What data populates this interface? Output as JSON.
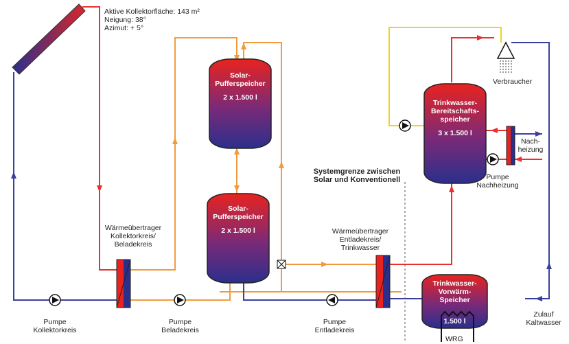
{
  "collector": {
    "info_line1": "Aktive Kollektorfläche: 143 m²",
    "info_line2": "Neigung: 38°",
    "info_line3": "Azimut: + 5°"
  },
  "tanks": {
    "buffer_top": {
      "title1": "Solar-",
      "title2": "Pufferspeicher",
      "volume": "2 x 1.500 l"
    },
    "buffer_bottom": {
      "title1": "Solar-",
      "title2": "Pufferspeicher",
      "volume": "2 x 1.500 l"
    },
    "standby": {
      "title1": "Trinkwasser-",
      "title2": "Bereitschafts-",
      "title3": "speicher",
      "volume": "3 x 1.500 l"
    },
    "preheat": {
      "title1": "Trinkwasser-",
      "title2": "Vorwärm-",
      "title3": "Speicher",
      "volume": "1.500 l",
      "sub": "WRG"
    }
  },
  "labels": {
    "hx_collector": [
      "Wärmeübertrager",
      "Kollektorkreis/",
      "Beladekreis"
    ],
    "hx_discharge": [
      "Wärmeübertrager",
      "Entladekreis/",
      "Trinkwasser"
    ],
    "boundary": [
      "Systemgrenze zwischen",
      "Solar und Konventionell"
    ],
    "pump_collector": [
      "Pumpe",
      "Kollektorkreis"
    ],
    "pump_load": [
      "Pumpe",
      "Beladekreis"
    ],
    "pump_discharge": [
      "Pumpe",
      "Entladekreis"
    ],
    "pump_reheat": [
      "Pumpe",
      "Nachheizung"
    ],
    "reheat": [
      "Nach-",
      "heizung"
    ],
    "consumer": "Verbraucher",
    "cold_water": [
      "Zulauf",
      "Kaltwasser"
    ]
  },
  "colors": {
    "hot": "#e8312f",
    "cold": "#3a3f9e",
    "orange": "#f39a3d",
    "yellow": "#f2d21b"
  }
}
